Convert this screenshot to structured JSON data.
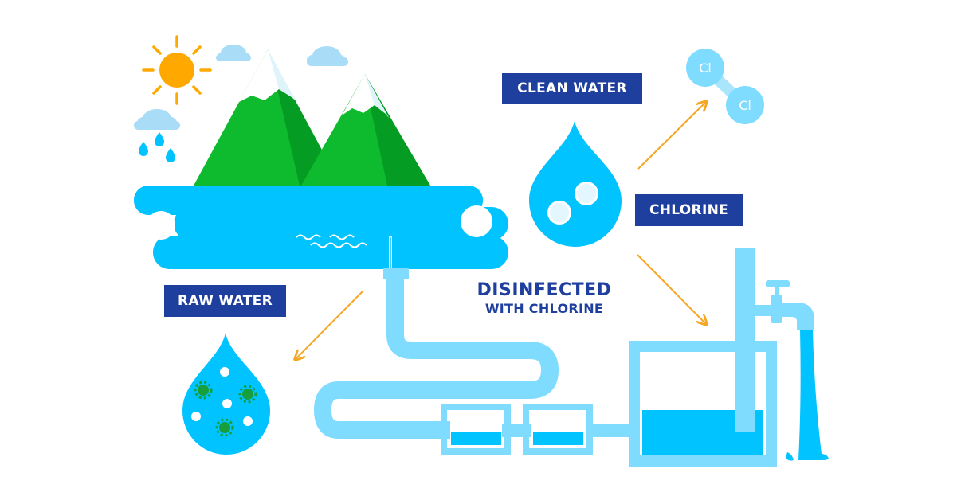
{
  "labels": {
    "clean_water": "CLEAN WATER",
    "chlorine": "CHLORINE",
    "raw_water": "RAW WATER"
  },
  "title": {
    "line1": "DISINFECTED",
    "line2": "WITH CHLORINE"
  },
  "molecule": {
    "atom1": "Cl",
    "atom2": "Cl"
  },
  "colors": {
    "label_bg": "#1f3f9e",
    "water": "#00c3ff",
    "pipe": "#7fdcff",
    "mountain": "#0fbb2e",
    "mountain_dark": "#049c22",
    "arrow": "#f5a623",
    "sun": "#ffa800",
    "cloud": "#a9dcf7"
  },
  "icons": [
    "sun-icon",
    "cloud-icon",
    "rain-drop-icon",
    "mountain-icon",
    "water-drop-icon",
    "germ-icon",
    "chlorine-molecule-icon",
    "faucet-icon",
    "water-tank-icon",
    "pipe-icon",
    "arrow-icon"
  ]
}
